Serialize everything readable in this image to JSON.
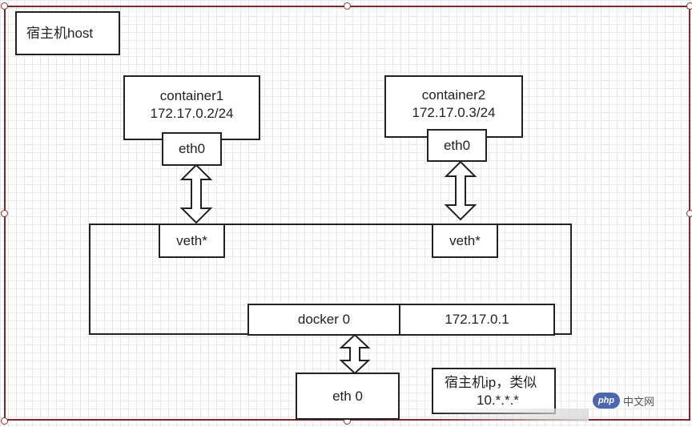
{
  "host_label": "宿主机host",
  "container1": {
    "name": "container1",
    "ip": "172.17.0.2/24",
    "iface": "eth0"
  },
  "container2": {
    "name": "container2",
    "ip": "172.17.0.3/24",
    "iface": "eth0"
  },
  "bridge": {
    "veth_left": "veth*",
    "veth_right": "veth*",
    "name": "docker 0",
    "ip": "172.17.0.1"
  },
  "host_iface": "eth 0",
  "note": {
    "line1": "宿主机ip，类似",
    "line2": "10.*.*.*"
  },
  "watermark": {
    "logo": "php",
    "text": "中文网"
  }
}
